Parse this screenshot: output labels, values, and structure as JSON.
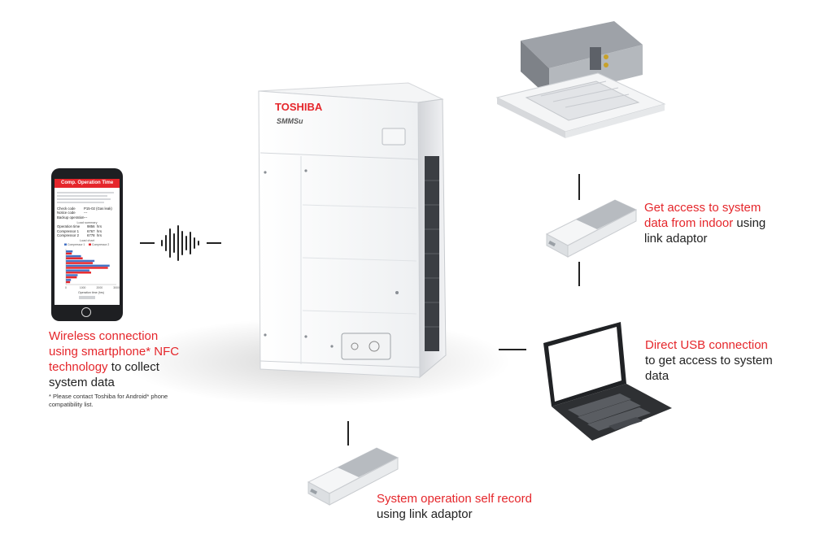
{
  "colors": {
    "accent": "#e5262b",
    "text": "#222222"
  },
  "outdoor_unit": {
    "brand": "TOSHIBA",
    "model": "SMMSu"
  },
  "phone": {
    "header": "Comp. Operation Time",
    "fields": [
      {
        "label": "Check code",
        "value": "P15-02 (Gas leak)"
      },
      {
        "label": "Notice code",
        "value": "---"
      },
      {
        "label": "Backup operation",
        "value": "---"
      }
    ],
    "load_summary_title": "Load summary",
    "load_summary": [
      {
        "label": "Operation time",
        "value": "9856",
        "unit": "hrs"
      },
      {
        "label": "Compressor 1",
        "value": "6767",
        "unit": "hrs"
      },
      {
        "label": "Compressor 2",
        "value": "6778",
        "unit": "hrs"
      }
    ],
    "chart_title": "Load chart",
    "legend": [
      "Compressor 1",
      "Compressor 2"
    ],
    "x_axis_label": "Operation time (hrs)",
    "x_ticks": [
      "0",
      "1000",
      "2000",
      "3000"
    ]
  },
  "captions": {
    "wireless": {
      "red": "Wireless connection using smartphone* NFC technology",
      "dark": " to collect system data"
    },
    "footnote": "* Please contact Toshiba for Android* phone compatibility list.",
    "indoor": {
      "red": "Get access to system data from indoor",
      "dark": " using link adaptor"
    },
    "usb": {
      "red": "Direct USB connection",
      "dark": "to get access to system data"
    },
    "self_record": {
      "red": "System operation self record",
      "dark": "using link adaptor"
    }
  },
  "chart_data": {
    "type": "bar",
    "title": "Load chart",
    "xlabel": "Operation time (hrs)",
    "series": [
      {
        "name": "Compressor 1",
        "values": [
          400,
          900,
          1700,
          2600,
          1400,
          700,
          300
        ]
      },
      {
        "name": "Compressor 2",
        "values": [
          350,
          1000,
          1600,
          2500,
          1500,
          650,
          250
        ]
      }
    ],
    "xlim": [
      0,
      3000
    ]
  }
}
